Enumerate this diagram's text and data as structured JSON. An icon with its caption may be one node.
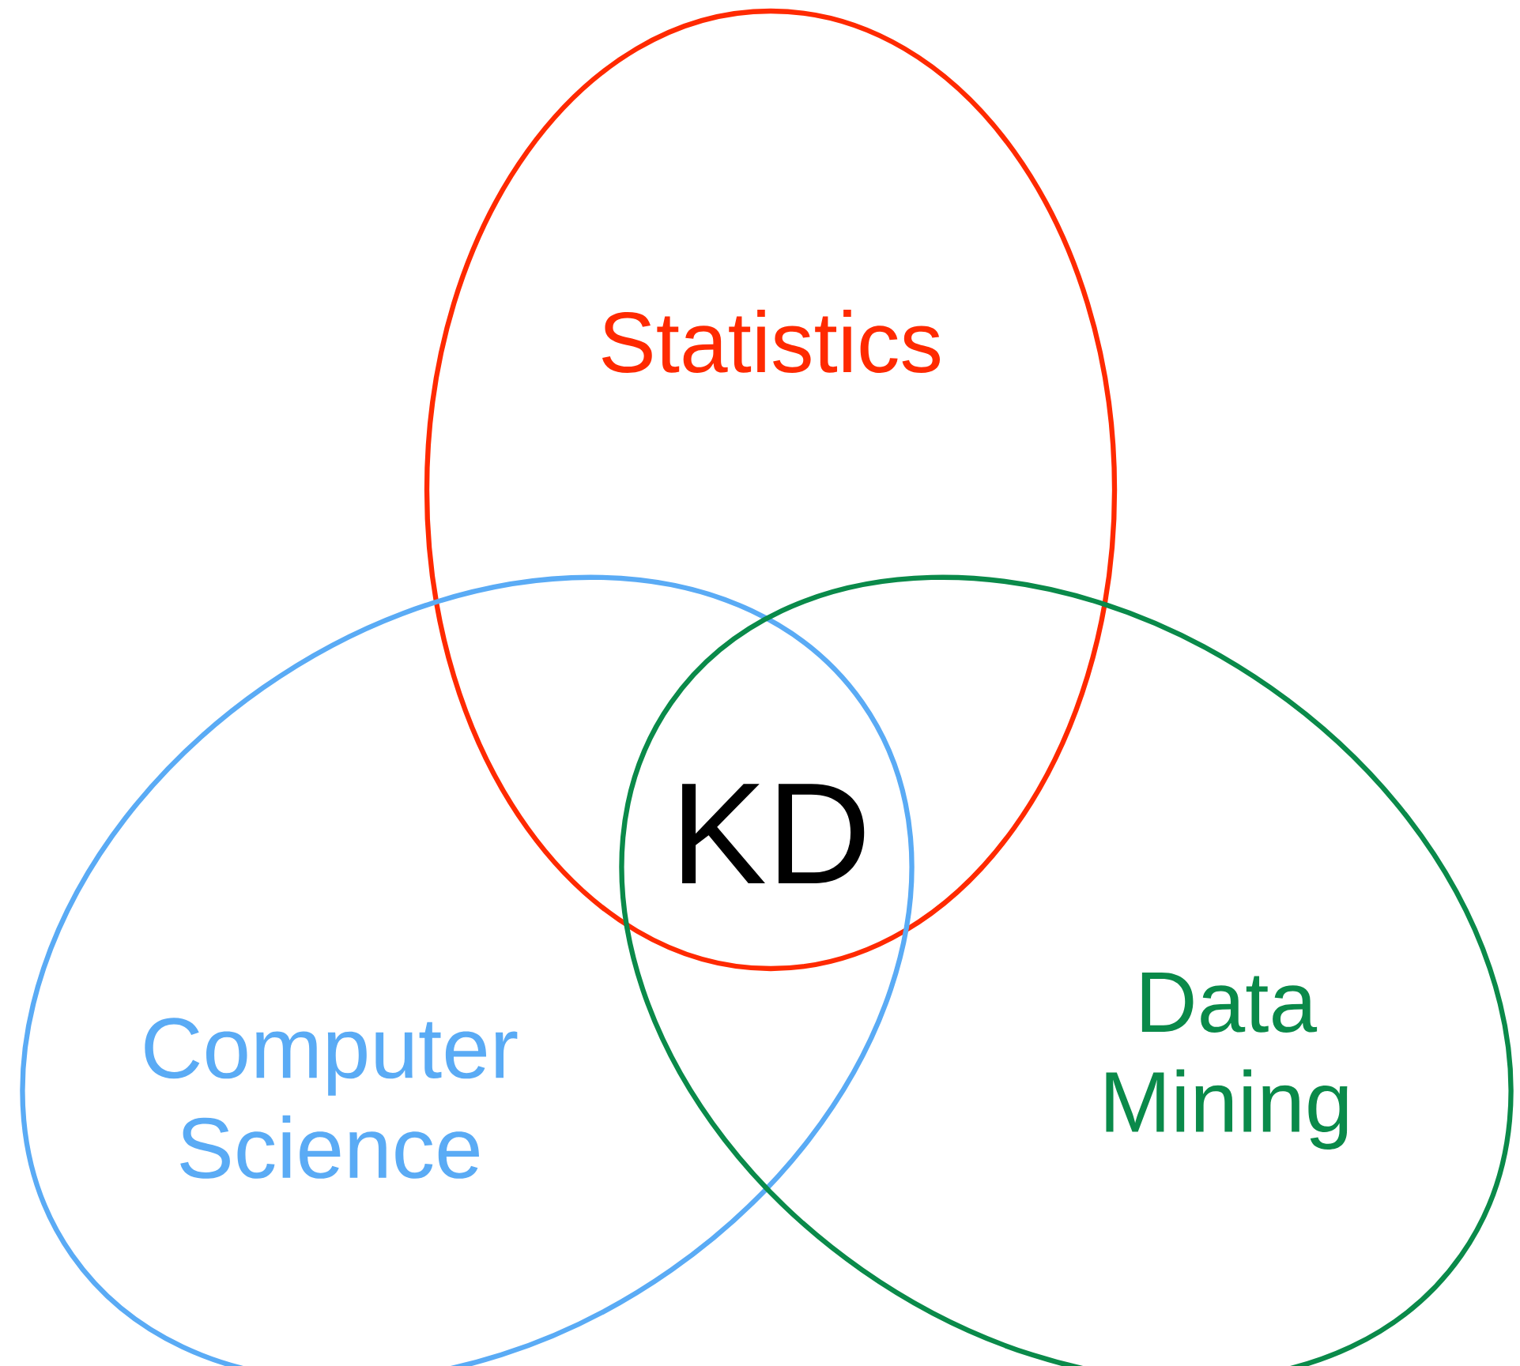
{
  "diagram": {
    "nodes": [
      {
        "text": [
          "Statistics"
        ]
      },
      {
        "text": [
          "Computer Science"
        ]
      },
      {
        "text": [
          "Data Mining"
        ]
      }
    ],
    "labels": [
      "KD"
    ]
  }
}
